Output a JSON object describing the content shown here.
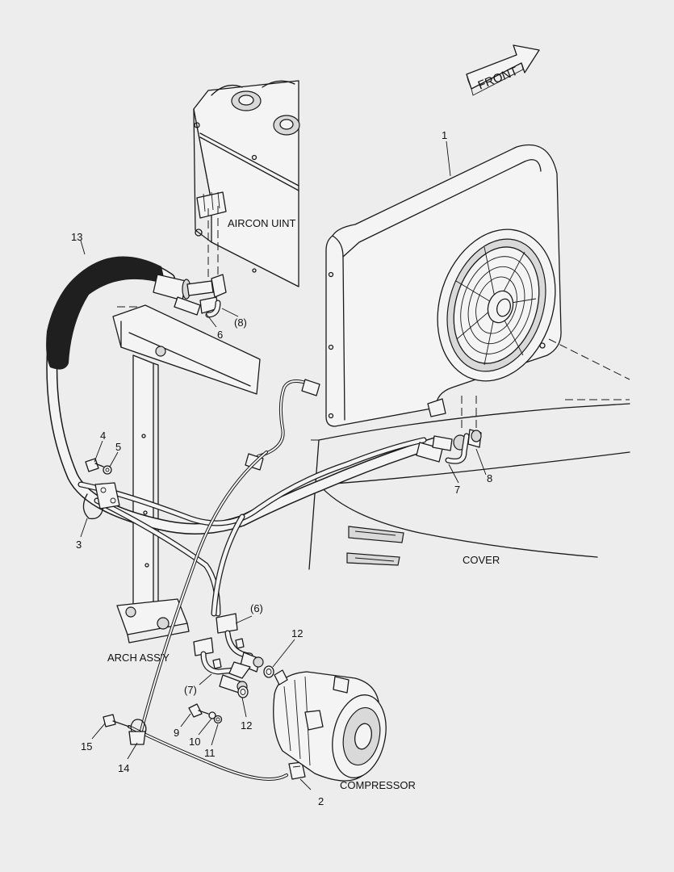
{
  "direction_arrow": {
    "text": "FRONT"
  },
  "components": {
    "aircon_unit": "AIRCON UINT",
    "cover": "COVER",
    "arch": "ARCH ASS'Y",
    "compressor": "COMPRESSOR"
  },
  "callouts": {
    "c1": "1",
    "c2": "2",
    "c3": "3",
    "c4": "4",
    "c5": "5",
    "c6": "6",
    "c6p": "(6)",
    "c7": "7",
    "c7p": "(7)",
    "c8": "8",
    "c8p": "(8)",
    "c9": "9",
    "c10": "10",
    "c11": "11",
    "c12a": "12",
    "c12b": "12",
    "c13": "13",
    "c14": "14",
    "c15": "15"
  }
}
